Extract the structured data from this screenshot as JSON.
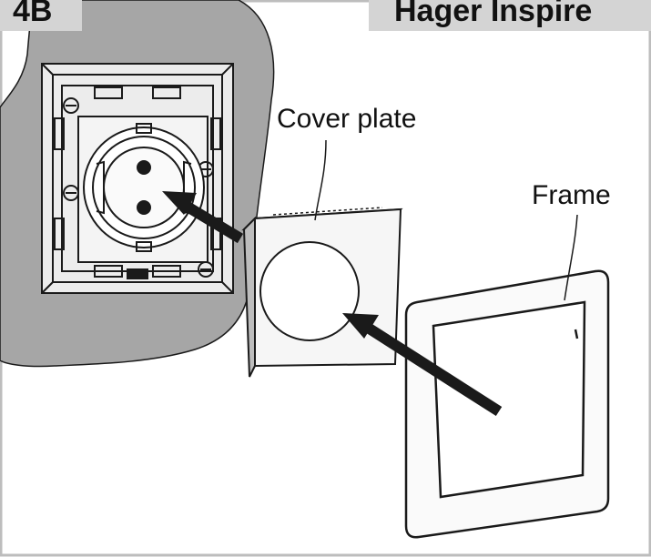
{
  "step_label": "4B",
  "brand_label": "Hager Inspire",
  "labels": {
    "cover_plate": "Cover plate",
    "frame": "Frame"
  },
  "colors": {
    "wall": "#a6a6a6",
    "line": "#1a1a1a",
    "tag_background": "#d4d4d4",
    "page_border": "#bdbdbd"
  }
}
